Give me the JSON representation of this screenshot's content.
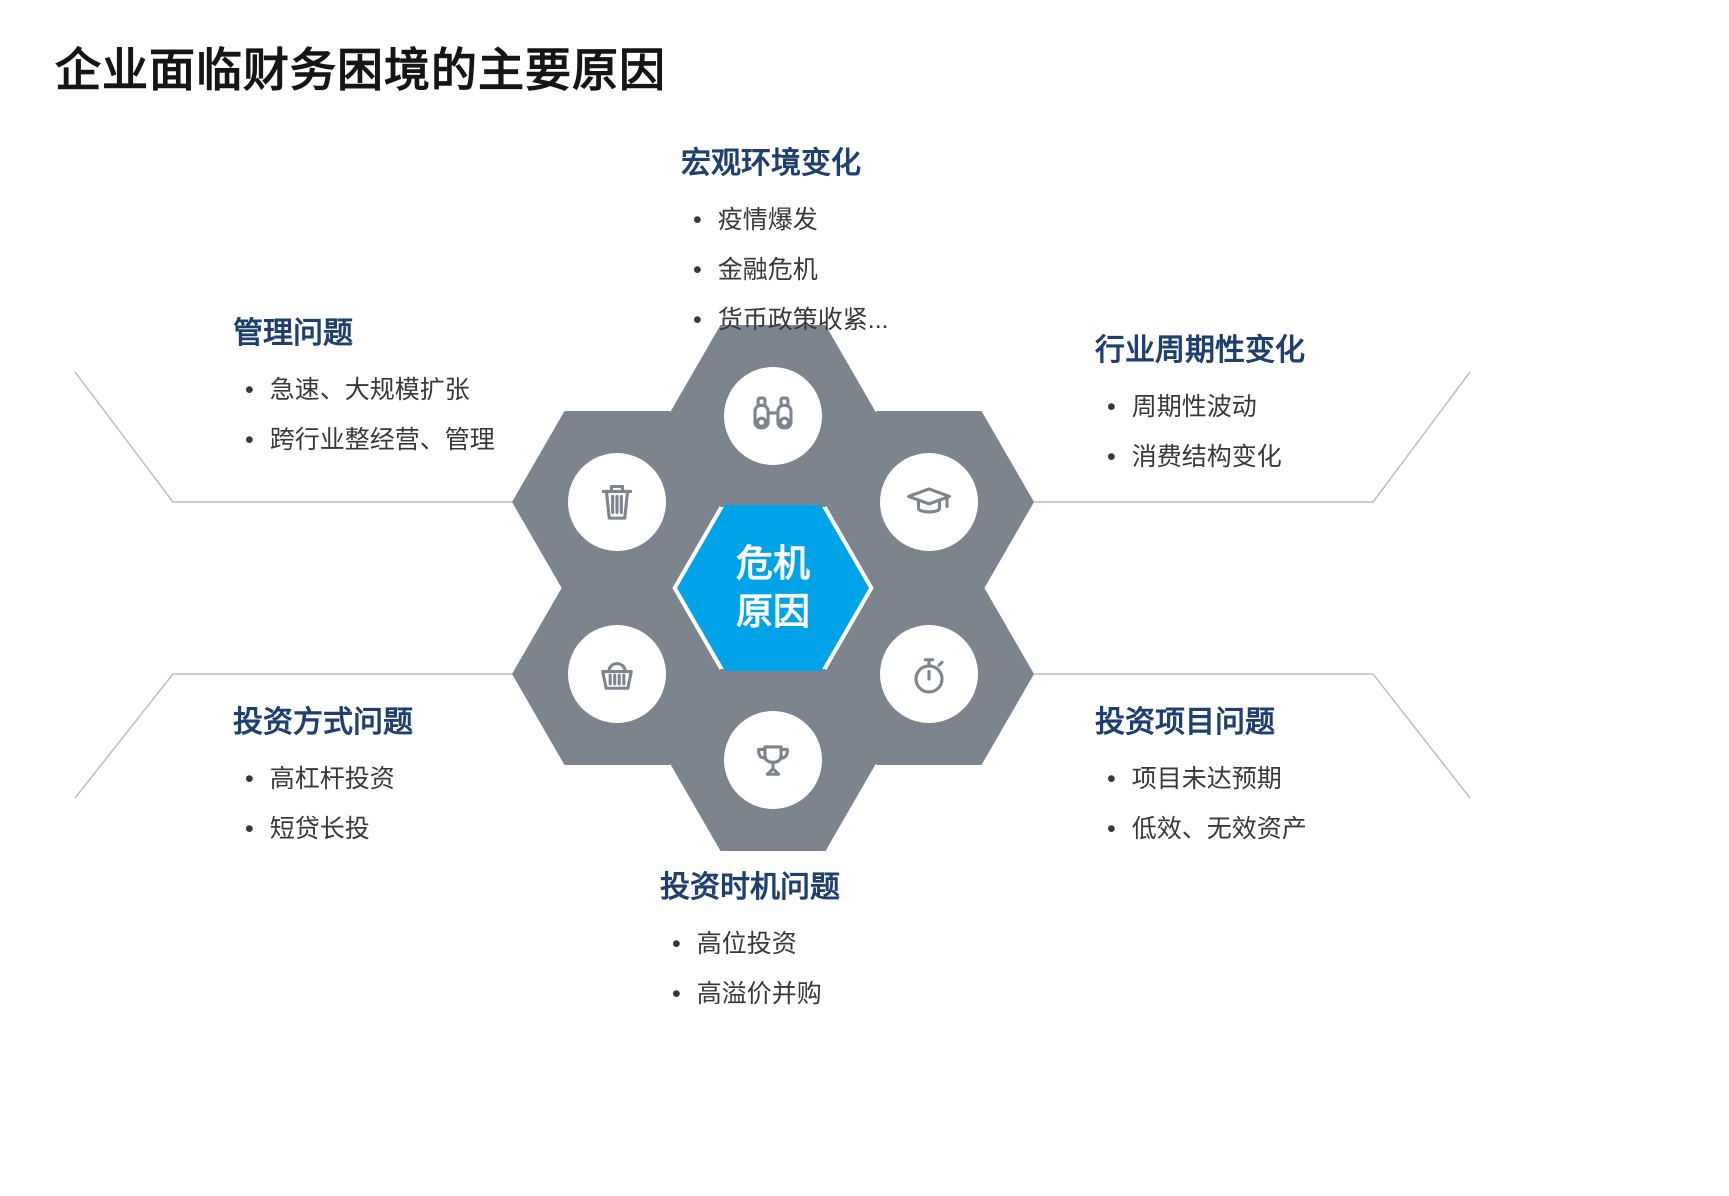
{
  "title": "企业面临财务困境的主要原因",
  "center_hexagon": {
    "label": "危机\n原因",
    "color": "#00a2e8"
  },
  "hexagons": [
    {
      "position": "top",
      "icon": "binoculars-icon"
    },
    {
      "position": "upper-left",
      "icon": "trash-icon"
    },
    {
      "position": "upper-right",
      "icon": "graduation-cap-icon"
    },
    {
      "position": "lower-left",
      "icon": "shopping-basket-icon"
    },
    {
      "position": "lower-right",
      "icon": "stopwatch-icon"
    },
    {
      "position": "bottom",
      "icon": "trophy-icon"
    }
  ],
  "sections": [
    {
      "title": "宏观环境变化",
      "bullets": [
        "疫情爆发",
        "金融危机",
        "货币政策收紧..."
      ]
    },
    {
      "title": "管理问题",
      "bullets": [
        "急速、大规模扩张",
        "跨行业整经营、管理"
      ]
    },
    {
      "title": "行业周期性变化",
      "bullets": [
        "周期性波动",
        "消费结构变化"
      ]
    },
    {
      "title": "投资方式问题",
      "bullets": [
        "高杠杆投资",
        "短贷长投"
      ]
    },
    {
      "title": "投资项目问题",
      "bullets": [
        "项目未达预期",
        "低效、无效资产"
      ]
    },
    {
      "title": "投资时机问题",
      "bullets": [
        "高位投资",
        "高溢价并购"
      ]
    }
  ],
  "colors": {
    "heading_blue": "#1e3f6f",
    "hexagon_gray": "#7c858d",
    "center_blue": "#00a2e8",
    "body_text": "#383838",
    "connector_line": "#bdbdbd"
  }
}
